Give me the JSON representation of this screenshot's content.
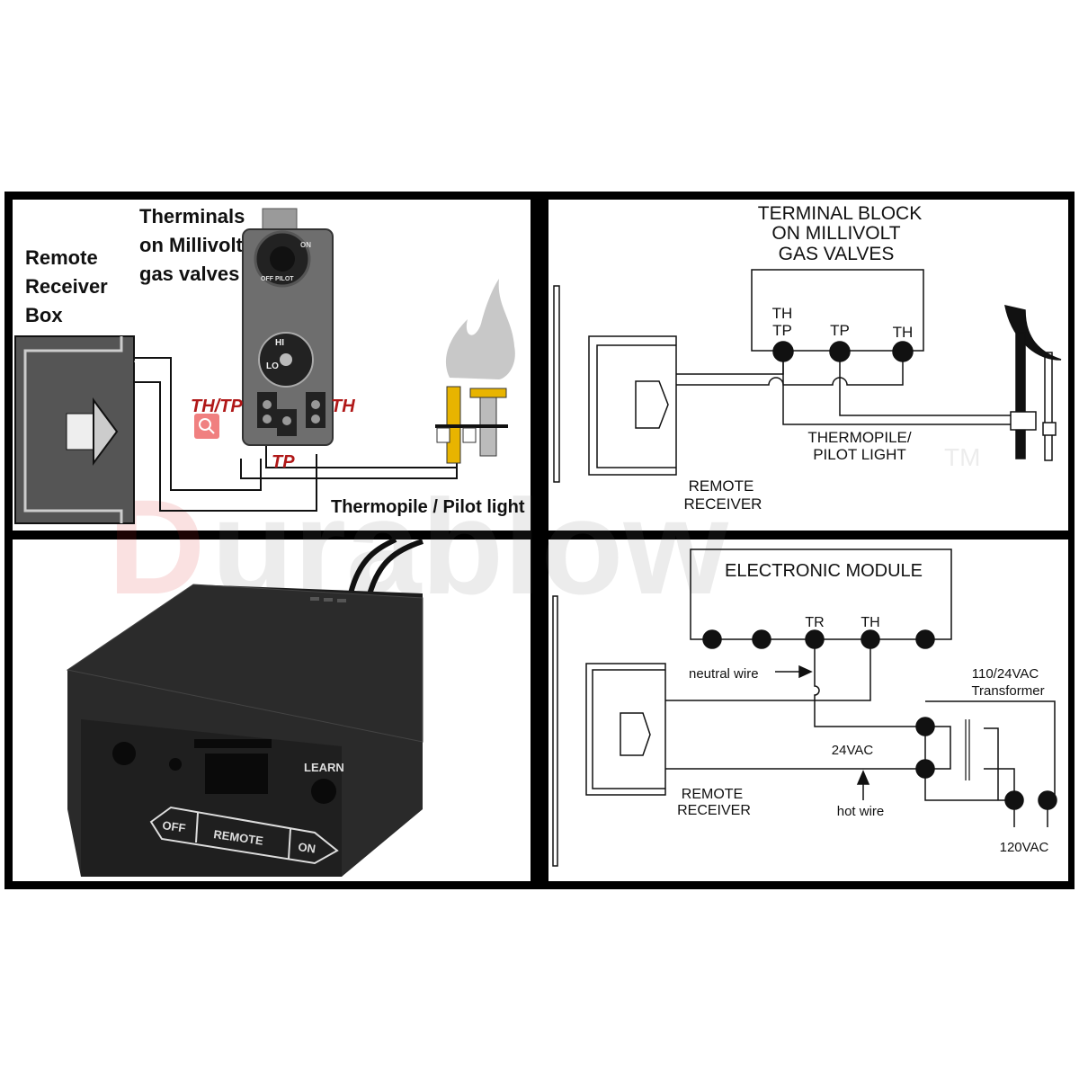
{
  "watermark": {
    "text": "Durablow",
    "trademark": "TM"
  },
  "colors": {
    "frame": "#000000",
    "label_red": "#b01818",
    "flame": "#c8c8c8",
    "thermopile": "#e8b400",
    "box": "#555555"
  },
  "panel_top_left": {
    "title_lines": [
      "Therminals",
      "on Millivolt",
      "gas valves"
    ],
    "receiver_lines": [
      "Remote",
      "Receiver",
      "Box"
    ],
    "label_th_tp": "TH/TP",
    "label_th": "TH",
    "label_tp": "TP",
    "pilot_label": "Thermopile / Pilot light",
    "valve_knob_top": [
      "ON",
      "OFF PILOT"
    ],
    "valve_knob_mid": [
      "HI",
      "LO"
    ]
  },
  "panel_top_right": {
    "title_lines": [
      "TERMINAL BLOCK",
      "ON MILLIVOLT",
      "GAS VALVES"
    ],
    "terminals": [
      "TH TP",
      "TP",
      "TH"
    ],
    "thermopile_lines": [
      "THERMOPILE/",
      "PILOT LIGHT"
    ],
    "receiver_lines": [
      "REMOTE",
      "RECEIVER"
    ]
  },
  "panel_bottom_left": {
    "buttons": [
      "OFF",
      "REMOTE",
      "ON"
    ],
    "learn_label": "LEARN"
  },
  "panel_bottom_right": {
    "module_title": "ELECTRONIC MODULE",
    "terminals": [
      "TR",
      "TH"
    ],
    "neutral_label": "neutral wire",
    "transformer_lines": [
      "110/24VAC",
      "Transformer"
    ],
    "voltage_low": "24VAC",
    "receiver_lines": [
      "REMOTE",
      "RECEIVER"
    ],
    "hot_label": "hot wire",
    "voltage_high": "120VAC"
  }
}
